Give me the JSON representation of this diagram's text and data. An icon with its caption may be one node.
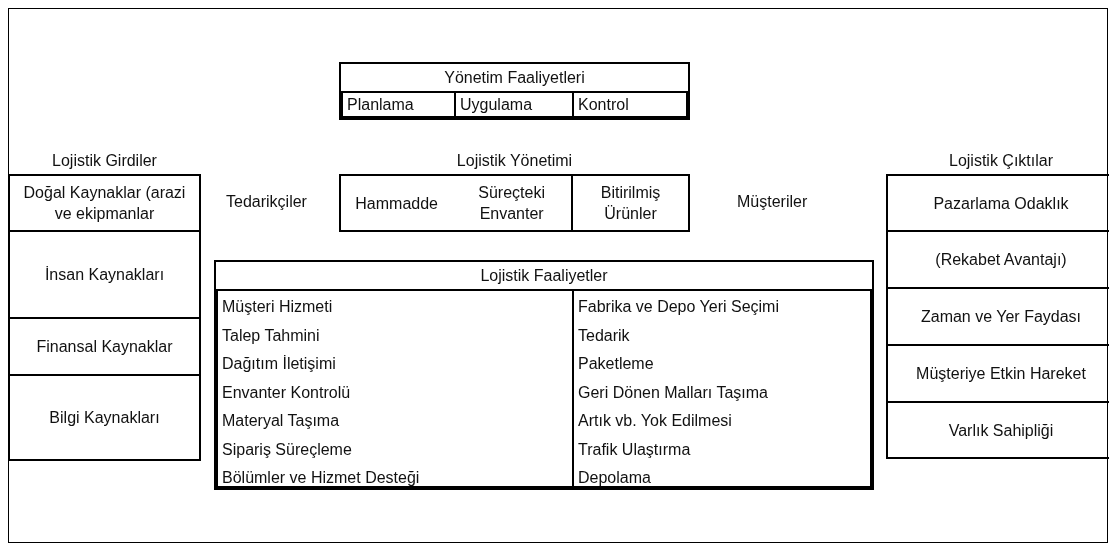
{
  "diagram": {
    "nodes": [
      {
        "text": [
          "Yönetim Faaliyetleri"
        ]
      },
      {
        "text": [
          "Planlama"
        ],
        "in": 0
      },
      {
        "text": [
          "Uygulama"
        ],
        "in": 0
      },
      {
        "text": [
          "Kontrol"
        ],
        "in": 0
      },
      {
        "text": [
          "Lojistik Girdiler"
        ]
      },
      {
        "text": [
          "Doğal Kaynaklar (arazi ve ekipmanlar"
        ],
        "in": 4
      },
      {
        "text": [
          "İnsan Kaynakları"
        ],
        "in": 4
      },
      {
        "text": [
          "Finansal Kaynaklar"
        ],
        "in": 4
      },
      {
        "text": [
          "Bilgi Kaynakları"
        ],
        "in": 4
      },
      {
        "text": [
          "Lojistik Yönetimi"
        ]
      },
      {
        "text": [
          "Hammadde",
          "Süreçteki Envanter"
        ],
        "in": 9
      },
      {
        "text": [
          "Bitirilmiş Ürünler"
        ],
        "in": 9
      },
      {
        "text": [
          "Lojistik Faaliyetler"
        ]
      },
      {
        "text": [
          "Müşteri Hizmeti",
          "Talep Tahmini",
          "Dağıtım İletişimi",
          "Envanter Kontrolü",
          "Materyal Taşıma",
          "Sipariş Süreçleme",
          "Bölümler ve Hizmet Desteği"
        ],
        "in": 12
      },
      {
        "text": [
          "Fabrika ve Depo Yeri Seçimi",
          "Tedarik",
          "Paketleme",
          "Geri Dönen Malları Taşıma",
          "Artık vb. Yok Edilmesi",
          "Trafik Ulaştırma",
          "Depolama"
        ],
        "in": 12
      },
      {
        "text": [
          "Lojistik Çıktılar"
        ]
      },
      {
        "text": [
          "Pazarlama Odaklık"
        ],
        "in": 15
      },
      {
        "text": [
          "(Rekabet Avantajı)"
        ],
        "in": 15
      },
      {
        "text": [
          "Zaman ve Yer Faydası"
        ],
        "in": 15
      },
      {
        "text": [
          "Müşteriye Etkin Hareket"
        ],
        "in": 15
      },
      {
        "text": [
          "Varlık Sahipliği"
        ],
        "in": 15
      }
    ],
    "edges": [],
    "labels": [
      "Tedarikçiler",
      "Müşteriler"
    ]
  }
}
